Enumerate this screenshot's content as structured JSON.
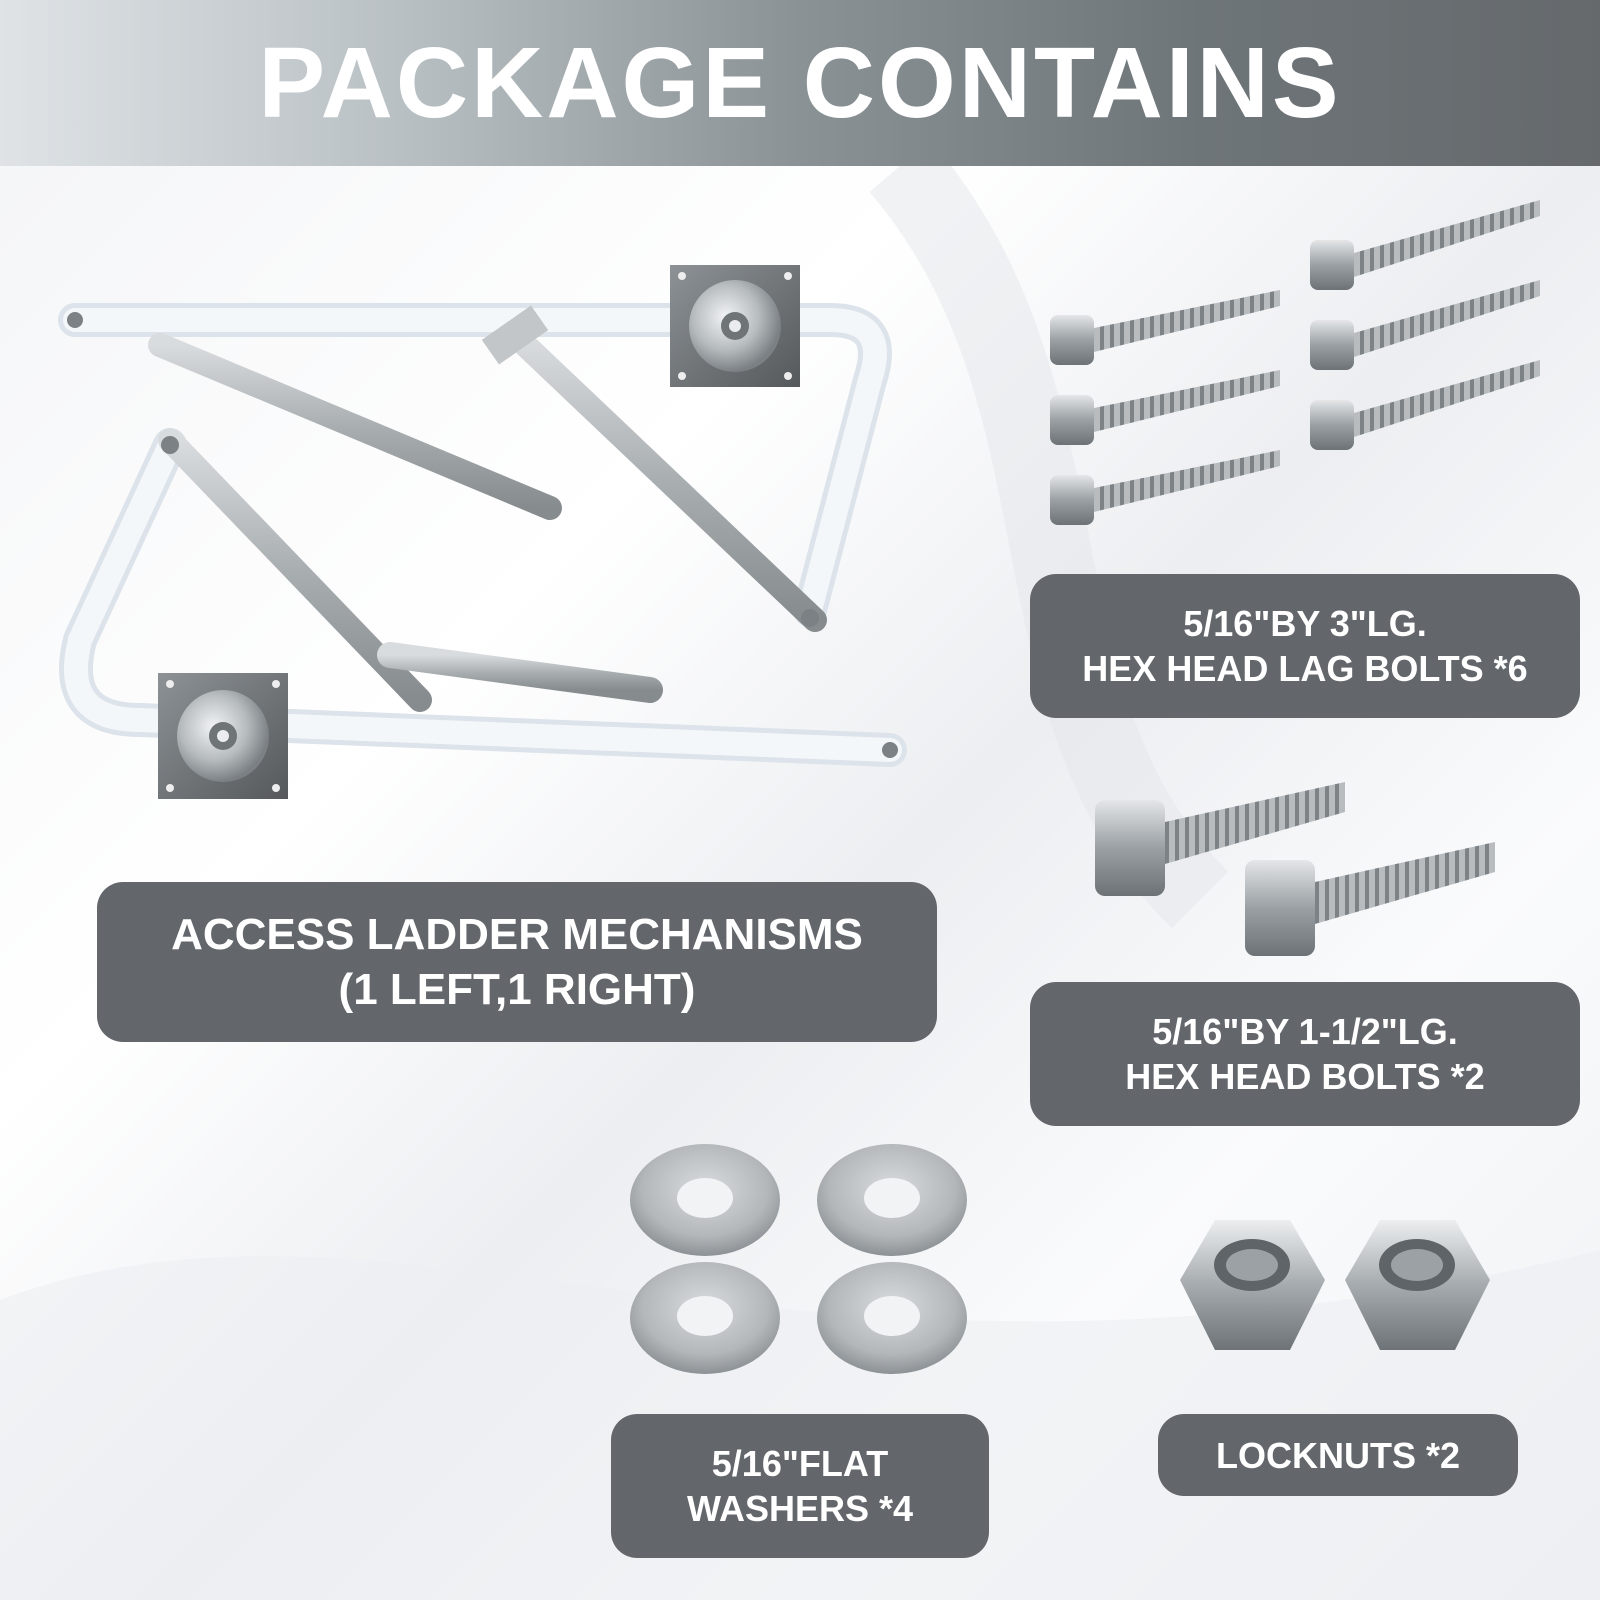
{
  "header": {
    "title": "PACKAGE CONTAINS"
  },
  "items": {
    "ladder_mechanisms": {
      "line1": "ACCESS LADDER MECHANISMS",
      "line2": "(1 LEFT,1 RIGHT)"
    },
    "lag_bolts": {
      "line1": "5/16\"BY 3\"LG.",
      "line2": "HEX HEAD LAG BOLTS *6"
    },
    "hex_bolts": {
      "line1": "5/16\"BY 1-1/2\"LG.",
      "line2": "HEX HEAD BOLTS *2"
    },
    "washers": {
      "line1": "5/16\"FLAT",
      "line2": "WASHERS *4"
    },
    "locknuts": {
      "line1": "LOCKNUTS *2"
    }
  },
  "colors": {
    "label_bg": "#63676b",
    "label_text": "#ffffff",
    "metal": "#c9cdd0",
    "frame_white": "#eef2f6"
  },
  "icons": [
    "ladder-mechanism-illustration",
    "lag-bolt-icon",
    "hex-bolt-icon",
    "flat-washer-icon",
    "locknut-icon"
  ]
}
